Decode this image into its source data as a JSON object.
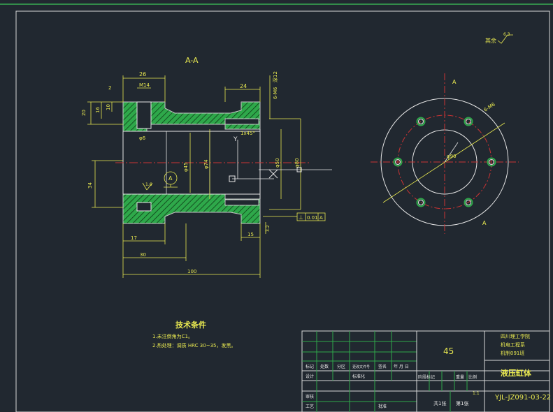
{
  "view": {
    "section_label": "A-A",
    "view_arrow_label": "A",
    "view_arrow_label_2": "A",
    "roughness_note": "其余",
    "roughness_value": "6.3",
    "surface_roughness_value": "1.6",
    "surface_roughness_value_2": "3.2"
  },
  "dims": {
    "d26": "26",
    "d24": "24",
    "m14": "M14",
    "d2": "2",
    "d20": "20",
    "d16": "16",
    "d10": "10",
    "phi6": "φ6",
    "d34": "34",
    "phi45": "φ45",
    "phi74": "φ74",
    "phi50": "φ50",
    "phi80": "φ80",
    "d17": "17",
    "d30": "30",
    "d100": "100",
    "d15": "15",
    "m6_depth": "6-M6",
    "depth_note": "深12",
    "chamfer": "1x45°",
    "tolerance": "0.01",
    "datum": "A",
    "datum_symbol": "A",
    "m6_label": "6-M6",
    "phi90": "φ90",
    "tol_sym": "⊥"
  },
  "notes": {
    "title": "技术条件",
    "line1": "1.未注倒角为C1。",
    "line2": "2.热处理：调质 HRC 30~35，发黑。"
  },
  "title_block": {
    "material": "45",
    "part_name": "液压缸体",
    "drawing_no": "YJL-JZ091-03-22",
    "school_1": "四川理工学院",
    "school_2": "机电工程系",
    "school_3": "机制091班",
    "scale": "1:1",
    "sheet_total": "共1张",
    "sheet_no": "第1张",
    "row_labels": [
      "标记",
      "处数",
      "分区",
      "更改文件号",
      "签名",
      "年 月 日"
    ],
    "design": "设计",
    "review": "审核",
    "process": "工艺",
    "approve": "批准",
    "standard": "标准化",
    "stage_mark": "阶段标记",
    "weight": "重量",
    "ratio": "比例"
  }
}
